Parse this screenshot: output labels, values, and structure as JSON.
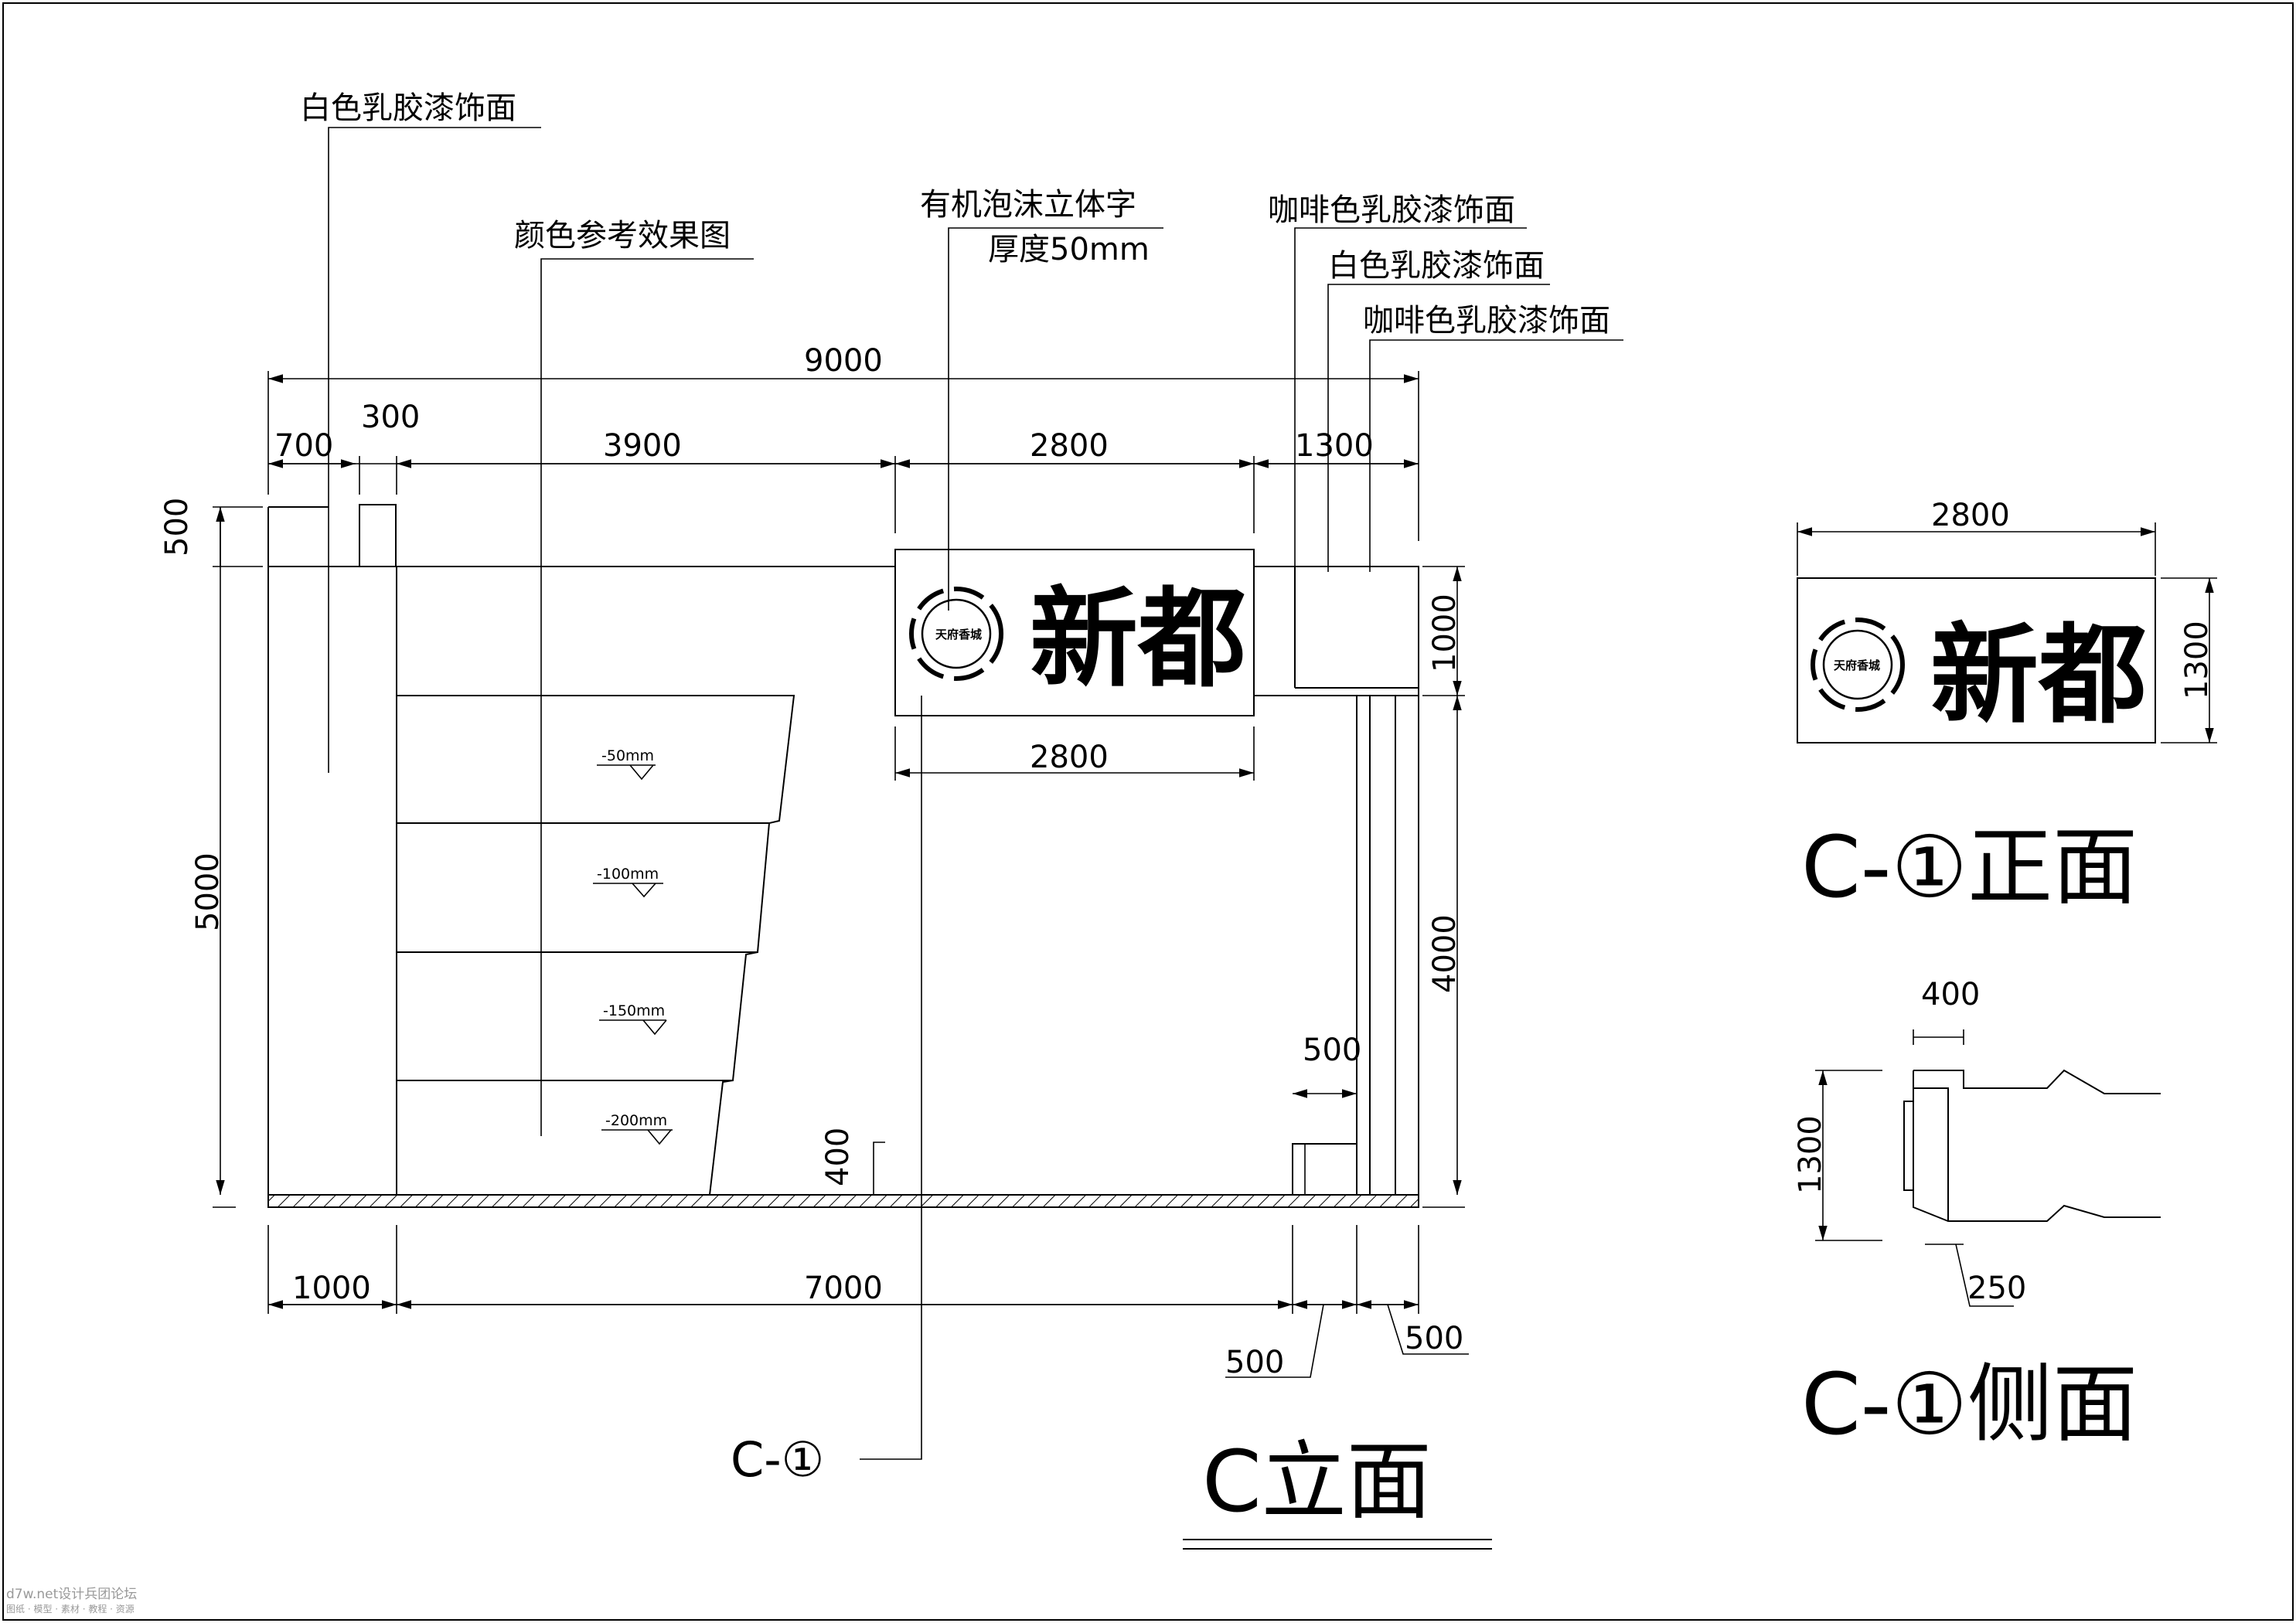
{
  "notes": {
    "white_latex_1": "白色乳胶漆饰面",
    "color_reference": "颜色参考效果图",
    "foam_letters": "有机泡沫立体字",
    "thickness": "厚度50mm",
    "coffee_latex_1": "咖啡色乳胶漆饰面",
    "white_latex_2": "白色乳胶漆饰面",
    "coffee_latex_2": "咖啡色乳胶漆饰面"
  },
  "dims": {
    "total_width": "9000",
    "w700": "700",
    "w300": "300",
    "w3900": "3900",
    "w2800_top": "2800",
    "w1300": "1300",
    "h500": "500",
    "h5000": "5000",
    "h1000": "1000",
    "h4000": "4000",
    "w2800_sign": "2800",
    "w500_counter": "500",
    "h400": "400",
    "b1000": "1000",
    "b7000": "7000",
    "b500_left": "500",
    "b500_right": "500"
  },
  "levels": [
    "-50mm",
    "-100mm",
    "-150mm",
    "-200mm"
  ],
  "sign": {
    "brand_text": "新都",
    "logo_text": "天府香城"
  },
  "side_view": {
    "w2800": "2800",
    "h1300_front": "1300",
    "w400": "400",
    "h1300_side": "1300",
    "d250": "250"
  },
  "titles": {
    "callout": "C-①",
    "elevation": "C立面",
    "front_view": "C-①正面",
    "side_view": "C-①侧面"
  },
  "watermark": {
    "line1": "d7w.net设计兵团论坛",
    "line2": "图纸 · 模型 · 素材 · 教程 · 资源"
  }
}
